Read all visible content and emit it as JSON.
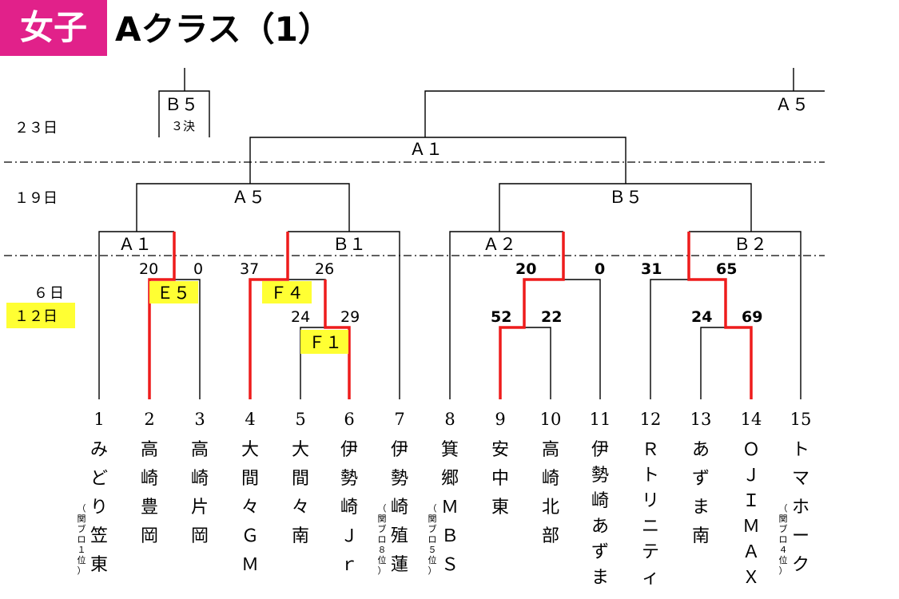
{
  "header": {
    "badge": "女子",
    "title": "Aクラス（1）"
  },
  "days": [
    "２３日",
    "１９日",
    "６日",
    "１２日"
  ],
  "colors": {
    "badge": "#e1218a",
    "winner_line": "#ee1c1c",
    "highlight": "#ffff33"
  },
  "bracket_labels": {
    "top_left": "Ｂ５",
    "top_left_sub": "３決",
    "top_right": "Ａ５",
    "final": "Ａ１",
    "semi_left": "Ａ５",
    "semi_right": "Ｂ５",
    "r1_a1": "Ａ１",
    "r1_b1": "Ｂ１",
    "r1_a2": "Ａ２",
    "r1_b2": "Ｂ２",
    "box_e5": "Ｅ５",
    "box_f4": "Ｆ４",
    "box_f1": "Ｆ１"
  },
  "scores": {
    "m2_3": [
      "20",
      "0"
    ],
    "m4_f1": [
      "37",
      "26"
    ],
    "m5_6": [
      "24",
      "29"
    ],
    "m9_10_11": [
      "20",
      "0"
    ],
    "m9_10": [
      "52",
      "22"
    ],
    "m12_14": [
      "31",
      "65"
    ],
    "m13_14": [
      "24",
      "69"
    ]
  },
  "teams": [
    {
      "seed": "1",
      "name": "みどり笠東",
      "note": "（関ブロ１位）"
    },
    {
      "seed": "2",
      "name": "高崎豊岡",
      "note": ""
    },
    {
      "seed": "3",
      "name": "高崎片岡",
      "note": ""
    },
    {
      "seed": "4",
      "name": "大間々ＧＭ",
      "note": ""
    },
    {
      "seed": "5",
      "name": "大間々南",
      "note": ""
    },
    {
      "seed": "6",
      "name": "伊勢崎Ｊｒ",
      "note": ""
    },
    {
      "seed": "7",
      "name": "伊勢崎殖蓮",
      "note": "（関ブロ８位）"
    },
    {
      "seed": "8",
      "name": "箕郷ＭＢＳ",
      "note": "（関ブロ５位）"
    },
    {
      "seed": "9",
      "name": "安中東",
      "note": ""
    },
    {
      "seed": "10",
      "name": "高崎北部",
      "note": ""
    },
    {
      "seed": "11",
      "name": "伊勢崎あずま",
      "note": ""
    },
    {
      "seed": "12",
      "name": "Ｒトリニティ",
      "note": ""
    },
    {
      "seed": "13",
      "name": "あずま南",
      "note": ""
    },
    {
      "seed": "14",
      "name": "ＯＪＩＭＡＸ",
      "note": ""
    },
    {
      "seed": "15",
      "name": "トマホーク",
      "note": "（関ブロ４位）"
    }
  ]
}
